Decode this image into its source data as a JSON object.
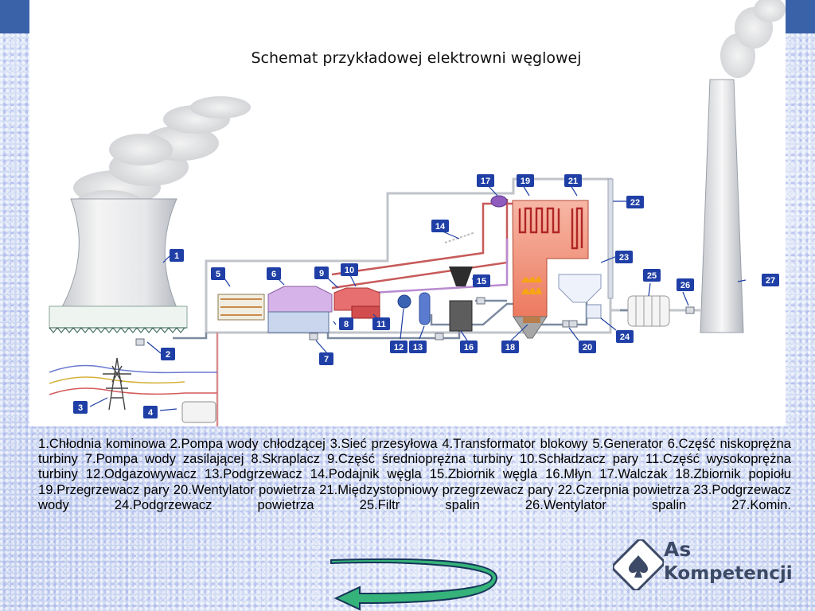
{
  "title": "Schemat przykładowej elektrowni węglowej",
  "legend_text": "1.Chłodnia kominowa 2.Pompa wody chłodzącej 3.Sieć przesyłowa 4.Transformator blokowy 5.Generator 6.Część niskoprężna turbiny 7.Pompa wody zasilającej 8.Skraplacz 9.Część średnioprężna turbiny 10.Schładzacz pary 11.Część wysokoprężna turbiny 12.Odgazowywacz 13.Podgrzewacz 14.Podajnik węgla 15.Zbiornik węgla 16.Młyn 17.Walczak 18.Zbiornik popiołu 19.Przegrzewacz pary 20.Wentylator powietrza 21.Międzystopniowy przegrzewacz pary 22.Czerpnia powietrza 23.Podgrzewacz wody 24.Podgrzewacz powietrza 25.Filtr spalin 26.Wentylator spalin 27.Komin.",
  "labels": [
    "1",
    "2",
    "3",
    "4",
    "5",
    "6",
    "7",
    "8",
    "9",
    "10",
    "11",
    "12",
    "13",
    "14",
    "15",
    "16",
    "17",
    "18",
    "19",
    "20",
    "21",
    "22",
    "23",
    "24",
    "25",
    "26",
    "27"
  ],
  "logo": {
    "line1": "As",
    "line2": "Kompetencji"
  },
  "colors": {
    "label_bg": "#1f3fa6",
    "band": "#3a62a8",
    "logo_text": "#3c4a66",
    "arrow": "#2ea36b"
  }
}
